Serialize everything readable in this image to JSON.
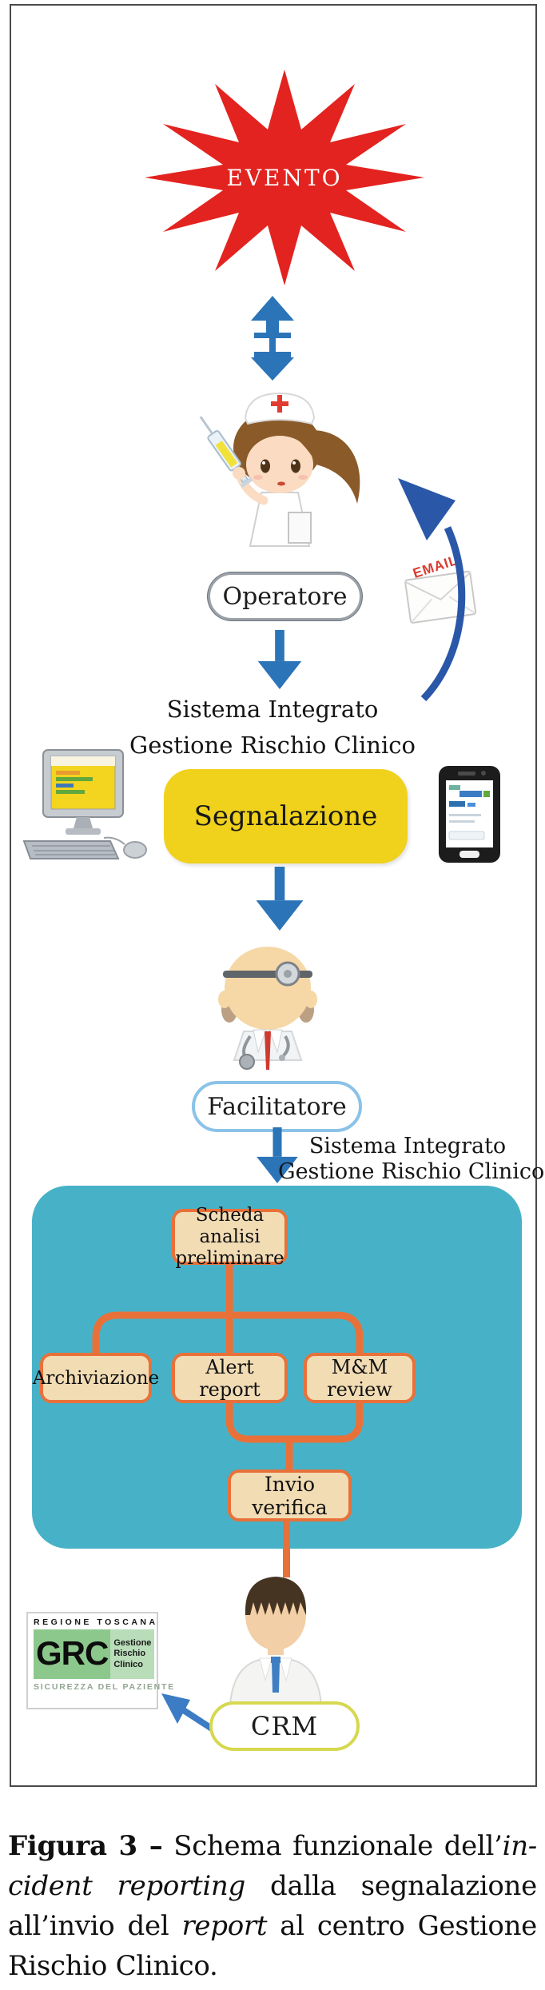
{
  "figure": {
    "evento": "EVENTO",
    "operatore": "Operatore",
    "email": "EMAIL",
    "sistema_top_line1": "Sistema Integrato",
    "sistema_top_line2": "Gestione Rischio Clinico",
    "segnalazione": "Segnalazione",
    "facilitatore": "Facilitatore",
    "sistema_mid_line1": "Sistema Integrato",
    "sistema_mid_line2": "Gestione Rischio Clinico",
    "scheda_line1": "Scheda analisi",
    "scheda_line2": "preliminare",
    "archiviazione": "Archiviazione",
    "alert_report": "Alert report",
    "mm_review": "M&M review",
    "invio_verifica": "Invio verifica",
    "crm": "CRM",
    "grc": {
      "regione": "REGIONE TOSCANA",
      "sigla": "GRC",
      "line1": "Gestione",
      "line2": "Rischio",
      "line3": "Clinico",
      "sicurezza": "SICUREZZA DEL PAZIENTE"
    }
  },
  "caption": {
    "l1_bold": "Figura 3 –",
    "l1_plain": " Schema funzionale dell’",
    "l1_italic": "in-",
    "l2_italic": "cident reporting",
    "l2_plain": " dalla segnalazione",
    "l3_plain_a": "all’invio del ",
    "l3_italic": "report",
    "l3_plain_b": " al centro Gestione",
    "l4_plain": "Rischio Clinico."
  },
  "colors": {
    "star_red": "#e2231f",
    "arrow_blue": "#2c74b8",
    "curved_arrow_blue": "#2a57a8",
    "crm_arrow_blue": "#3b7cc4",
    "yellow_box": "#f0d11c",
    "teal_panel": "#47b2c7",
    "tan_box_fill": "#f2dcb4",
    "orange_connector": "#e8713a",
    "facilitatore_border": "#8ac2e8",
    "crm_border": "#d6d850",
    "grc_green": "#8cc88c",
    "grc_light_green": "#b9dcb9"
  }
}
